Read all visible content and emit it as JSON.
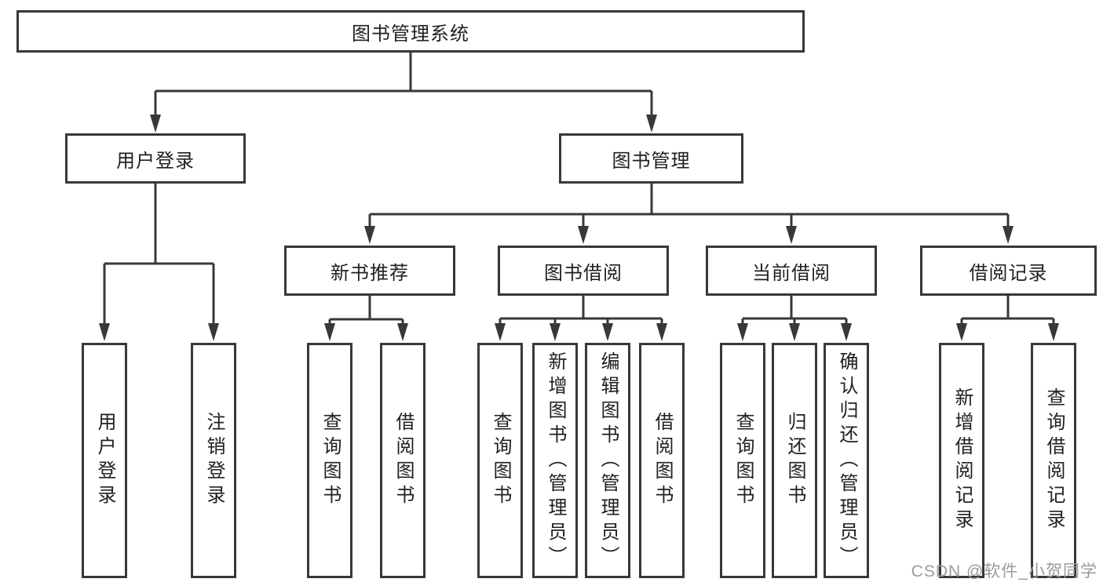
{
  "diagram": {
    "root": {
      "label": "图书管理系统"
    },
    "level2": [
      {
        "id": "user-login",
        "label": "用户登录"
      },
      {
        "id": "book-management",
        "label": "图书管理"
      }
    ],
    "level3": [
      {
        "id": "new-book-recommend",
        "label": "新书推荐",
        "parent": "图书管理"
      },
      {
        "id": "book-borrow",
        "label": "图书借阅",
        "parent": "图书管理"
      },
      {
        "id": "current-borrow",
        "label": "当前借阅",
        "parent": "图书管理"
      },
      {
        "id": "borrow-records",
        "label": "借阅记录",
        "parent": "图书管理"
      }
    ],
    "leaves": [
      {
        "id": "user-login",
        "label": "用户登录",
        "parent": "用户登录"
      },
      {
        "id": "logout",
        "label": "注销登录",
        "parent": "用户登录"
      },
      {
        "id": "query-books-recommend",
        "label": "查询图书",
        "parent": "新书推荐"
      },
      {
        "id": "borrow-books-recommend",
        "label": "借阅图书",
        "parent": "新书推荐"
      },
      {
        "id": "query-books-borrow",
        "label": "查询图书",
        "parent": "图书借阅"
      },
      {
        "id": "add-books-admin",
        "label": "新增图书（管理员）",
        "parent": "图书借阅"
      },
      {
        "id": "edit-books-admin",
        "label": "编辑图书（管理员）",
        "parent": "图书借阅"
      },
      {
        "id": "borrow-books-borrow",
        "label": "借阅图书",
        "parent": "图书借阅"
      },
      {
        "id": "query-books-current",
        "label": "查询图书",
        "parent": "当前借阅"
      },
      {
        "id": "return-books",
        "label": "归还图书",
        "parent": "当前借阅"
      },
      {
        "id": "confirm-return-admin",
        "label": "确认归还（管理员）",
        "parent": "当前借阅"
      },
      {
        "id": "add-borrow-record",
        "label": "新增借阅记录",
        "parent": "借阅记录"
      },
      {
        "id": "query-borrow-record",
        "label": "查询借阅记录",
        "parent": "借阅记录"
      }
    ]
  },
  "watermark": {
    "text": "CSDN @软件_小贺同学"
  },
  "colors": {
    "line": "#383838",
    "text": "#212121",
    "background": "#ffffff",
    "watermark": "#9a9a9a"
  }
}
